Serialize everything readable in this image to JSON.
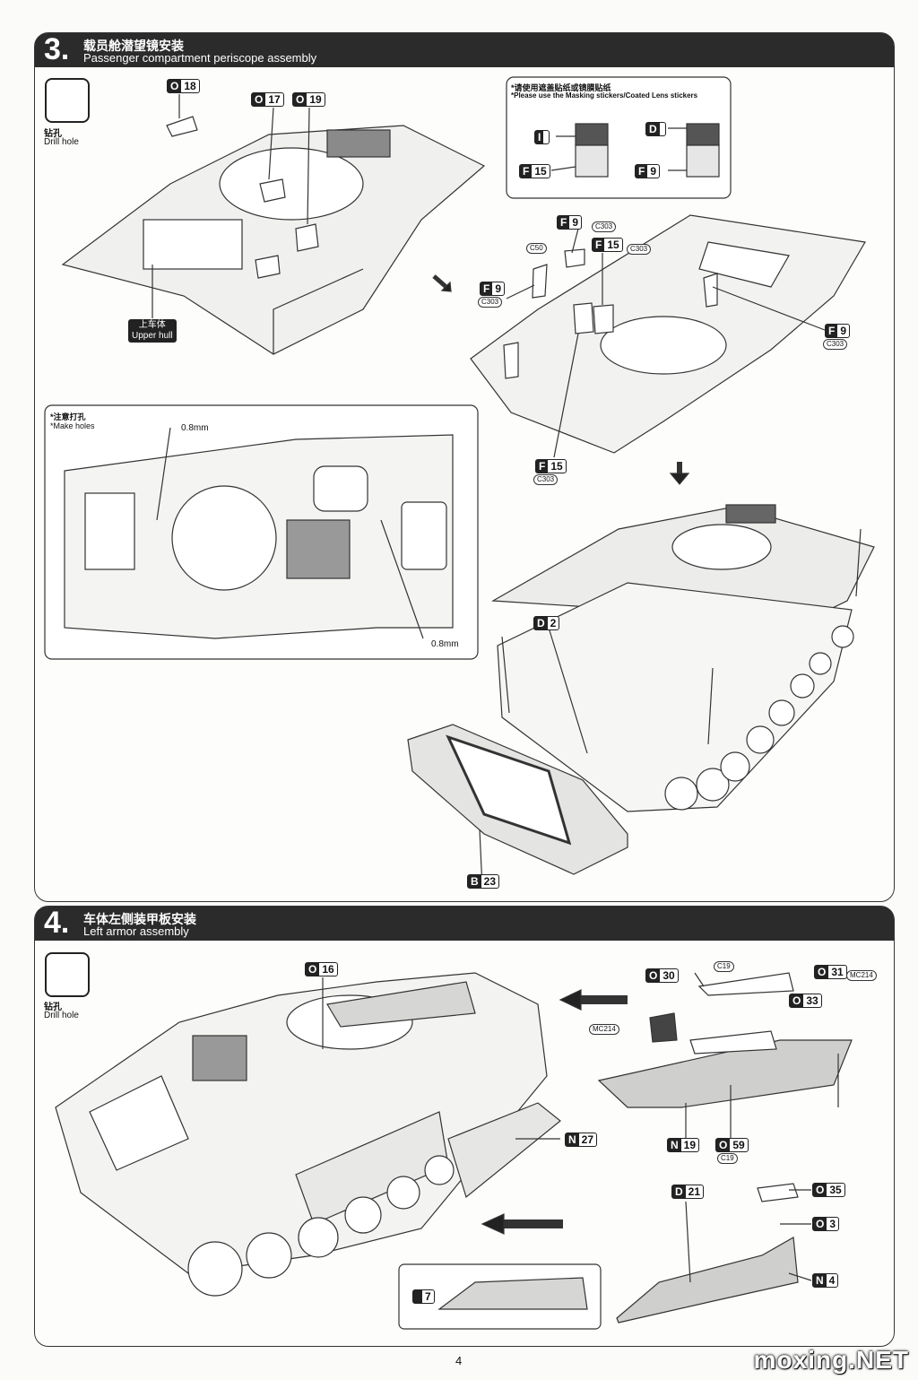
{
  "step3": {
    "number": "3.",
    "title_cn": "载员舱潜望镜安装",
    "title_en": "Passenger compartment periscope assembly",
    "drill_cn": "钻孔",
    "drill_en": "Drill hole",
    "upper_hull_cn": "上车体",
    "upper_hull_en": "Upper hull",
    "note_cn": "*请使用遮盖贴纸或镜膜贴纸",
    "note_en": "*Please use the Masking stickers/Coated Lens stickers",
    "holes_cn": "*注意打孔",
    "holes_en": "*Make holes",
    "mm_a": "0.8mm",
    "mm_b": "0.8mm"
  },
  "step4": {
    "number": "4.",
    "title_cn": "车体左侧装甲板安装",
    "title_en": "Left armor assembly",
    "drill_cn": "钻孔",
    "drill_en": "Drill hole"
  },
  "parts": {
    "o18": {
      "l": "O",
      "n": "18"
    },
    "o17": {
      "l": "O",
      "n": "17"
    },
    "o19": {
      "l": "O",
      "n": "19"
    },
    "i": {
      "l": "I",
      "n": ""
    },
    "d": {
      "l": "D",
      "n": ""
    },
    "f15a": {
      "l": "F",
      "n": "15"
    },
    "f9a": {
      "l": "F",
      "n": "9"
    },
    "f9b": {
      "l": "F",
      "n": "9"
    },
    "f15b": {
      "l": "F",
      "n": "15"
    },
    "f9c": {
      "l": "F",
      "n": "9"
    },
    "f9d": {
      "l": "F",
      "n": "9"
    },
    "f15c": {
      "l": "F",
      "n": "15"
    },
    "d2": {
      "l": "D",
      "n": "2"
    },
    "b23": {
      "l": "B",
      "n": "23"
    },
    "o16": {
      "l": "O",
      "n": "16"
    },
    "o30": {
      "l": "O",
      "n": "30"
    },
    "o31": {
      "l": "O",
      "n": "31"
    },
    "o33": {
      "l": "O",
      "n": "33"
    },
    "n27": {
      "l": "N",
      "n": "27"
    },
    "n19": {
      "l": "N",
      "n": "19"
    },
    "o59": {
      "l": "O",
      "n": "59"
    },
    "d21": {
      "l": "D",
      "n": "21"
    },
    "o35": {
      "l": "O",
      "n": "35"
    },
    "o3": {
      "l": "O",
      "n": "3"
    },
    "n4": {
      "l": "N",
      "n": "4"
    },
    "p7": {
      "l": "",
      "n": "7"
    }
  },
  "chips": {
    "c303a": "C303",
    "c50": "C50",
    "c303b": "C303",
    "c303c": "C303",
    "c303d": "C303",
    "c303e": "C303",
    "c19a": "C19",
    "mc214a": "MC214",
    "mc214b": "MC214",
    "c19b": "C19"
  },
  "page_number": "4",
  "watermark": "moxing.NET"
}
